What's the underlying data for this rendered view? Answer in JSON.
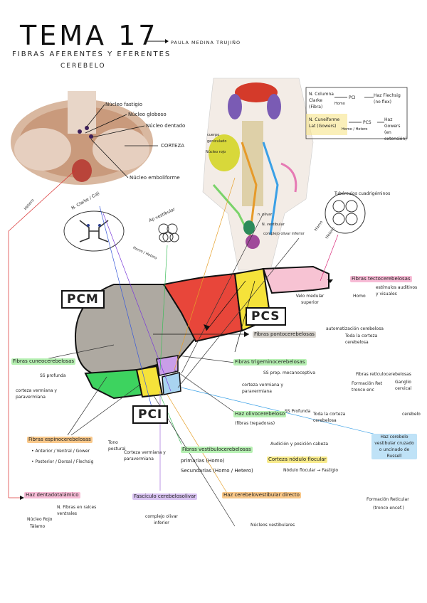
{
  "header": {
    "title": "TEMA 17",
    "subtitle": "FIBRAS AFERENTES Y EFERENTES",
    "subtitle2": "CEREBELO",
    "author": "PAULA MEDINA TRUJIÑO"
  },
  "cerebellum_labels": {
    "fastigio": "Núcleo fastigio",
    "globoso": "Núcleo globoso",
    "dentado": "Núcleo dentado",
    "corteza": "CORTEZA",
    "emboliforme": "Núcleo emboliforme"
  },
  "brainstem_labels": {
    "cuerpo_geniculado": "cuerpo geniculado",
    "nucleo_rojo": "Núcleo rojo",
    "n_olivar": "n. olivar",
    "n_vestibular": "N. vestibular",
    "complejo_olivar": "complejo olivar inferior"
  },
  "legend": {
    "row1": [
      "N. Columna Clarke (Fibra)",
      "Homo",
      "PCI",
      "Haz Flechsig (no flex)"
    ],
    "row2": [
      "N. Cuneiforme Lat (Gowers)",
      "Homo / Hetero",
      "PCS",
      "Haz Gowers (en extensión)"
    ]
  },
  "peduncles": {
    "pcm": "PCM",
    "pcs": "PCS",
    "pci": "PCI",
    "velo": "Velo medular superior"
  },
  "small_labels": {
    "n_clarke": "N. Clarke / Coji",
    "aq_vestibular": "Ap vestibular",
    "homo_hetero": "Homo / Hetero",
    "tuberculos": "Tubérculos cuadrigéminos",
    "homo1": "Homo",
    "hetero1": "Hetero",
    "hetero_left": "Hetero"
  },
  "fibers": {
    "tectocerebelosas": "Fibras tectocerebelosas",
    "tecto_desc": "estímulos auditivos y visuales",
    "tecto_desc2": "Homo",
    "pontocerebelosas": "Fibras pontocerebelosas",
    "todo_corteza": "Toda la corteza cerebelosa",
    "automaticas": "automatización cerebelosa",
    "cuneocerebelosas": "Fibras cuneocerebelosas",
    "cuneo_ss": "SS profunda",
    "cuneo_corteza": "corteza vermiana y paravermiana",
    "trigemino": "Fibras trigeminocerebelosas",
    "trig_ss": "SS prop. mecanoceptiva",
    "trig_corteza": "corteza vermiana y paravermiana",
    "reticulo": "Fibras retículocerebelosas",
    "formacion_ret": "Formación Ret tronco enc",
    "ganglio": "Ganglio cervical",
    "cerebelo": "cerebelo",
    "dentadorubrico": "Haz olivocerebeloso",
    "olivo_ss": "SS Profunda",
    "olivo_todo": "Toda la corteza cerebelosa",
    "olivo_fibras": "(fibras trepadoras)",
    "espinocerebelosas": "Fibras espinocerebelosas",
    "esp1": "• Anterior / Ventral / Gower",
    "esp2": "• Posterior / Dorsal / Flechsig",
    "esp_tono": "Tono postural",
    "esp_corteza": "Corteza vermiana y paravermiana",
    "vestibulo": "Fibras vestibulocerebelosas",
    "vest_prim": "primarias (Homo)",
    "vest_sec": "Secundarias (Homo / Hetero)",
    "vest_flocular": "Corteza nódulo flocular",
    "vest_nodulo": "Nódulo flocular → Fastigio",
    "vest_postura": "Audición y posición cabeza",
    "haz_cerebeloso_uncinado": "Haz cerebelo vestibular cruzado o uncinado de Russell",
    "formacion_reticular": "Formación Reticular",
    "tronco_encef": "(tronco encef.)",
    "dentadorubro": "Haz dentadotalámico",
    "dentado_sub": "N. Fibras en raíces ventrales",
    "nucleo_rojo": "Núcleo Rojo",
    "talamo": "Tálamo",
    "fasciculo": "Fascículo cerebelosolivar",
    "fasciculo_sub": "complejo olivar inferior",
    "fastigiovest": "Haz cerebelovestibular directo",
    "nucleos_vest": "Núcleos vestibulares",
    "tono_postural": "Tono postural"
  },
  "colors": {
    "grey": "#aea9a1",
    "red": "#e8463a",
    "yellow": "#f5e23a",
    "green": "#3dd35f",
    "purple": "#c99ee8",
    "blue": "#a9d4f0",
    "pink": "#f7c3d3",
    "hl_orange": "#f9c88a",
    "hl_green": "#b6f0b2",
    "hl_pink": "#f7bcd6",
    "hl_yellow": "#f7ea8a",
    "hl_purple": "#d9c3f2",
    "hl_blue": "#bfe2f7"
  }
}
